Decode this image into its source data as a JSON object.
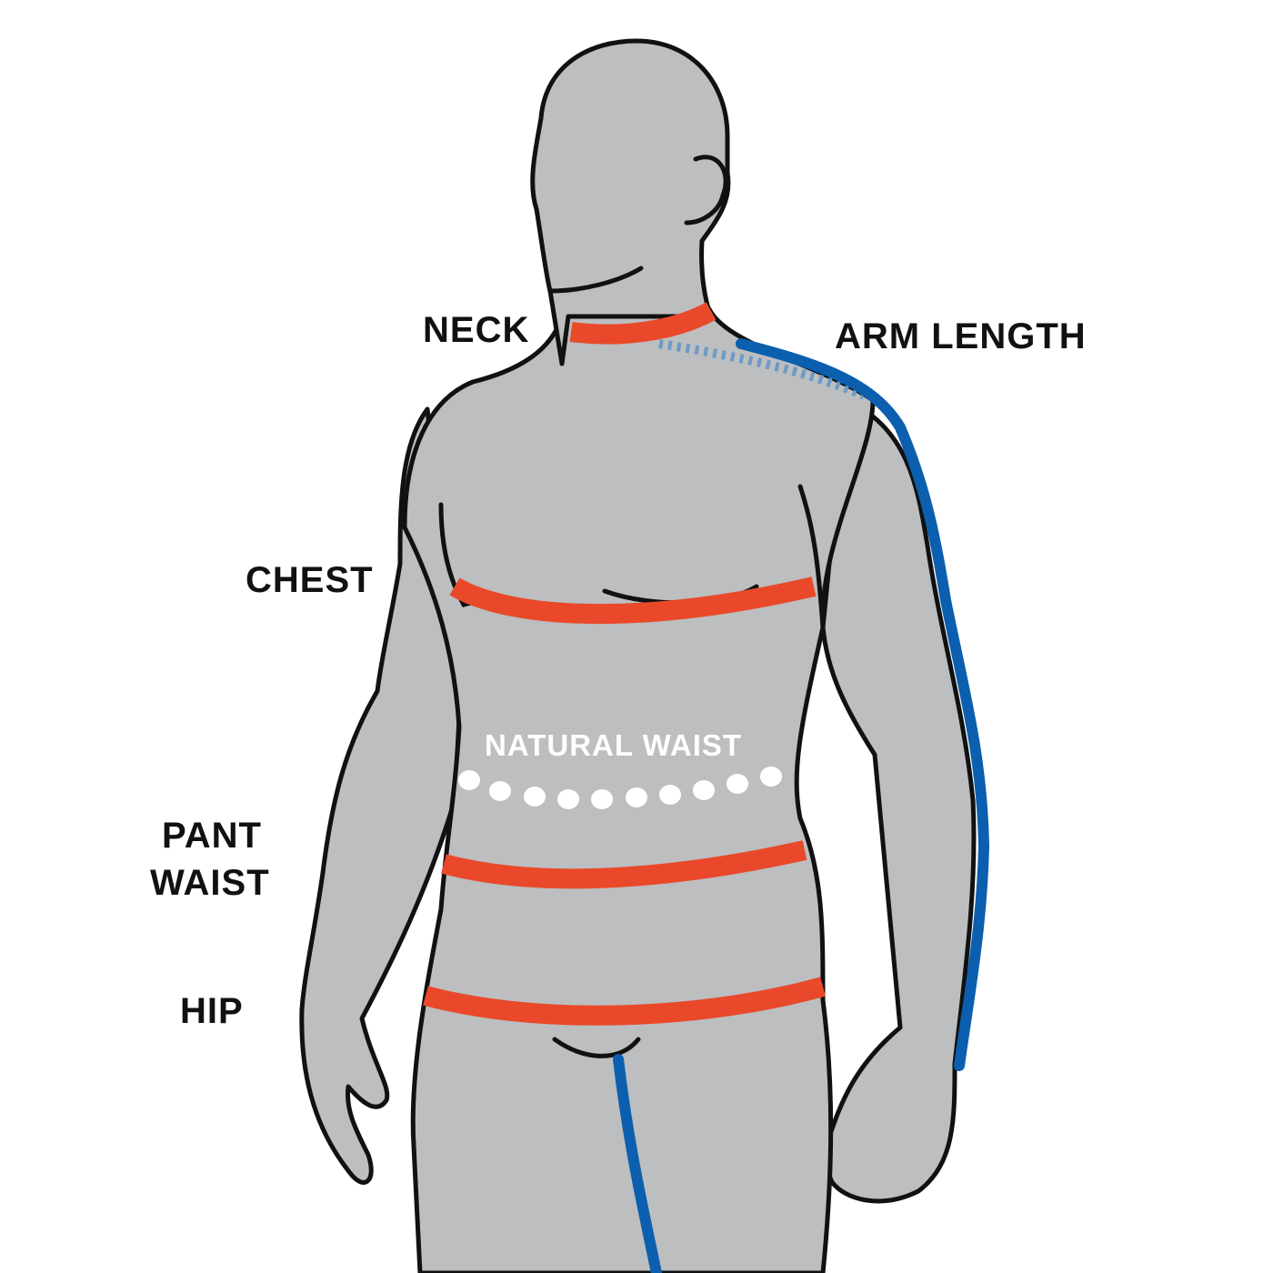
{
  "colors": {
    "skin": "#bcbec0",
    "band": "#e9492a",
    "blue": "#0b5fae",
    "dashed": "#6b9ac7",
    "dots": "#ffffff"
  },
  "labels": {
    "neck": "NECK",
    "arm_length": "ARM LENGTH",
    "chest": "CHEST",
    "natural_waist": "NATURAL WAIST",
    "pant_waist_line1": "PANT",
    "pant_waist_line2": "WAIST",
    "hip": "HIP"
  }
}
